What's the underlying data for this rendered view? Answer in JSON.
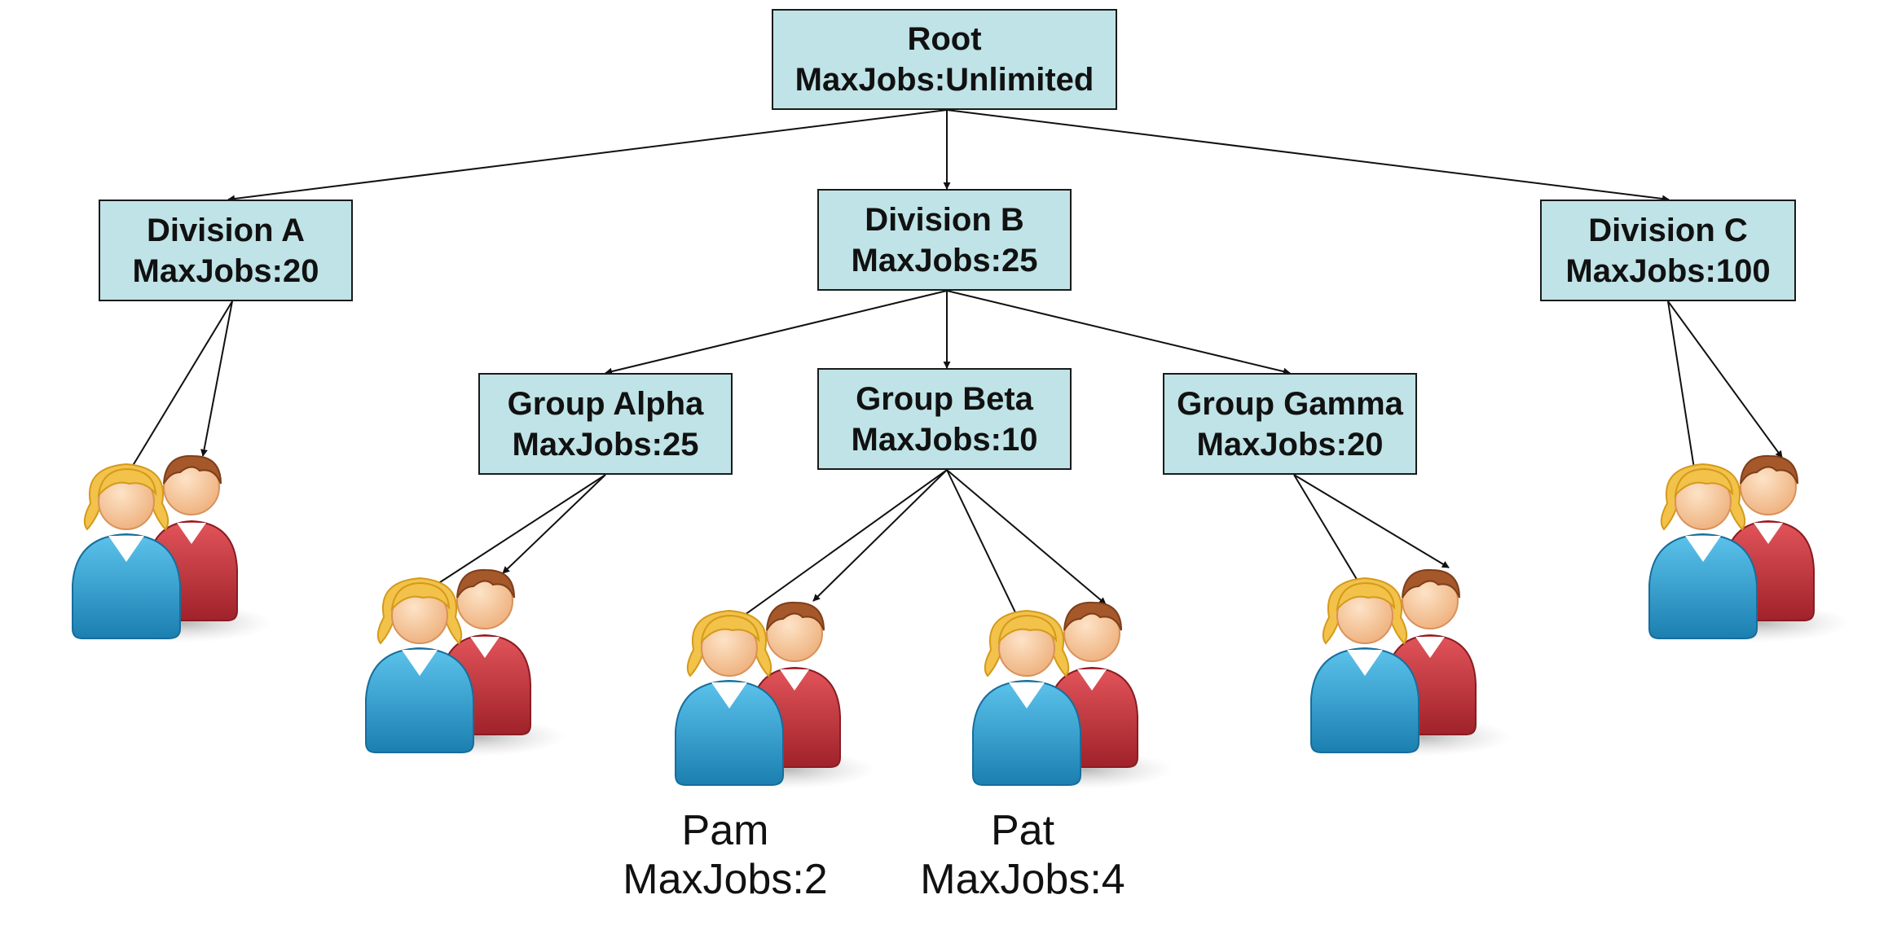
{
  "diagram": {
    "nodes": {
      "root": {
        "name": "Root",
        "limit": "MaxJobs:Unlimited"
      },
      "div_a": {
        "name": "Division A",
        "limit": "MaxJobs:20"
      },
      "div_b": {
        "name": "Division B",
        "limit": "MaxJobs:25"
      },
      "div_c": {
        "name": "Division C",
        "limit": "MaxJobs:100"
      },
      "grp_alpha": {
        "name": "Group Alpha",
        "limit": "MaxJobs:25"
      },
      "grp_beta": {
        "name": "Group Beta",
        "limit": "MaxJobs:10"
      },
      "grp_gamma": {
        "name": "Group Gamma",
        "limit": "MaxJobs:20"
      }
    },
    "users": {
      "pam": {
        "name": "Pam",
        "limit": "MaxJobs:2"
      },
      "pat": {
        "name": "Pat",
        "limit": "MaxJobs:4"
      }
    },
    "colors": {
      "node_fill": "#bfe3e6",
      "node_border": "#1a1a1a",
      "arrow": "#111111",
      "female_shirt": "#2f9fce",
      "male_shirt": "#c8343a",
      "female_hair": "#f2c24a",
      "male_hair": "#a5582a",
      "skin": "#f6c79a"
    },
    "icons": [
      "user-pair-icon"
    ]
  }
}
